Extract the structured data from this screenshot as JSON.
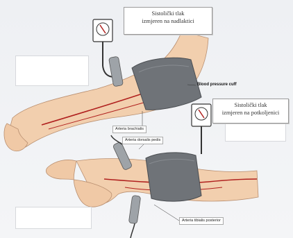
{
  "callouts": {
    "upper": {
      "line1": "Sistolički tlak",
      "line2": "izmjeren na nadlaktici"
    },
    "lower": {
      "line1": "Sistolički tlak",
      "line2": "izmjeren na potkoljenici"
    }
  },
  "labels": {
    "cuff": "Blood pressure cuff",
    "brachial": "Arteria brachialis",
    "dorsalis_pedis": "Arteria dorsalis pedis",
    "tibialis_posterior": "Arteria tibialis posterior"
  },
  "colors": {
    "skin": "#f2cfae",
    "cuff": "#6f7378",
    "artery": "#b0201e",
    "gauge_face": "#ffffff"
  }
}
